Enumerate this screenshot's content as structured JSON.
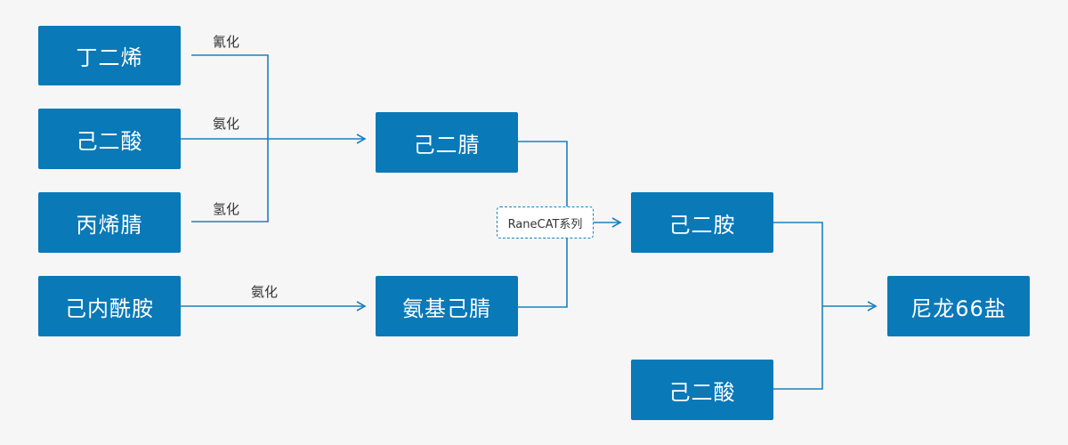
{
  "colors": {
    "node_fill": "#0979b8",
    "node_text": "#ffffff",
    "connector": "#1a80bd",
    "background": "#f6f6f6"
  },
  "nodes": {
    "butadiene": "丁二烯",
    "adipic_acid_top": "己二酸",
    "acrylonitrile": "丙烯腈",
    "caprolactam": "己内酰胺",
    "adiponitrile": "己二腈",
    "aminocapronitrile": "氨基己腈",
    "hexamethylenediamine": "己二胺",
    "adipic_acid_bottom": "己二酸",
    "nylon66_salt": "尼龙66盐"
  },
  "edge_labels": {
    "butadiene": "氰化",
    "adipic_acid": "氨化",
    "acrylonitrile": "氢化",
    "caprolactam": "氨化"
  },
  "catalyst_label": "RaneCAT系列"
}
